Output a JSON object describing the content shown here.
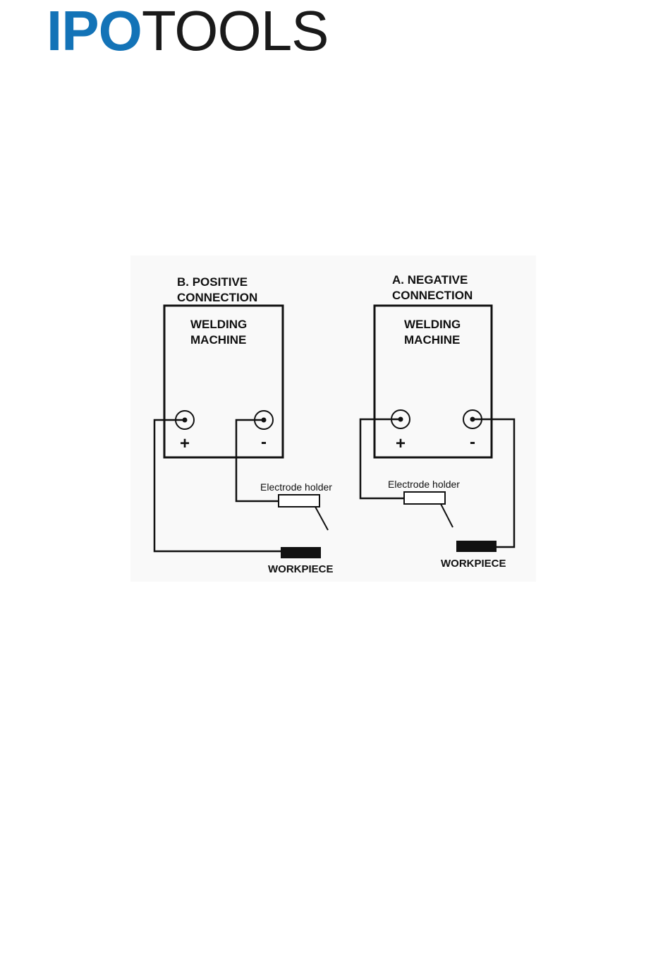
{
  "logo": {
    "part1": "IPO",
    "part2": "TOOLS",
    "brand_color": "#1373b7",
    "text_color": "#1a1a1a"
  },
  "diagrams": {
    "positive": {
      "title_line1": "B. POSITIVE",
      "title_line2": "CONNECTION",
      "machine_line1": "WELDING",
      "machine_line2": "MACHINE",
      "plus": "+",
      "minus": "-",
      "electrode_label": "Electrode holder",
      "workpiece_label": "WORKPIECE"
    },
    "negative": {
      "title_line1": "A. NEGATIVE",
      "title_line2": "CONNECTION",
      "machine_line1": "WELDING",
      "machine_line2": "MACHINE",
      "plus": "+",
      "minus": "-",
      "electrode_label": "Electrode holder",
      "workpiece_label": "WORKPIECE"
    }
  }
}
